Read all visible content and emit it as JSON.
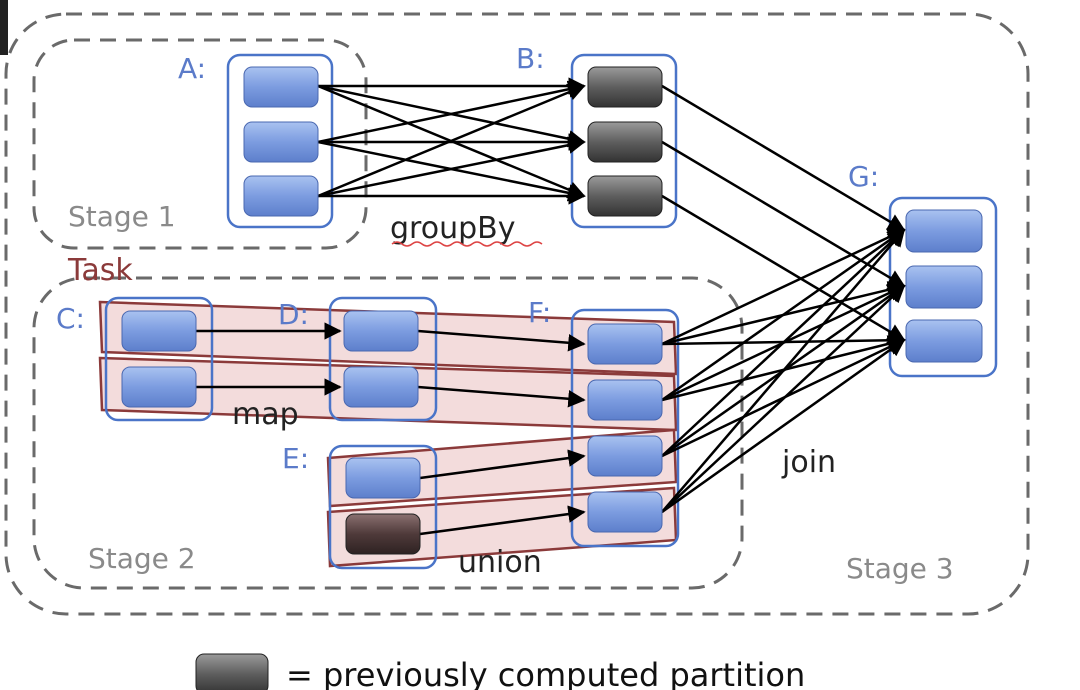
{
  "stages": {
    "stage1": "Stage 1",
    "stage2": "Stage 2",
    "stage3": "Stage 3"
  },
  "rdd_labels": {
    "A": "A:",
    "B": "B:",
    "C": "C:",
    "D": "D:",
    "E": "E:",
    "F": "F:",
    "G": "G:"
  },
  "operations": {
    "groupBy": "groupBy",
    "map": "map",
    "union": "union",
    "join": "join"
  },
  "task_label": "Task",
  "legend": {
    "text": "= previously computed partition"
  },
  "colors": {
    "partition_blue": "#6f90d8",
    "partition_gray": "#555555",
    "rdd_outline": "#4a74c8",
    "task_outline": "#8b3a3a",
    "task_fill": "#f3dcdc",
    "stage_dash": "#6a6a6a",
    "rdd_label_color": "#5b7bc9",
    "stage_label_color": "#8a8a8a"
  }
}
